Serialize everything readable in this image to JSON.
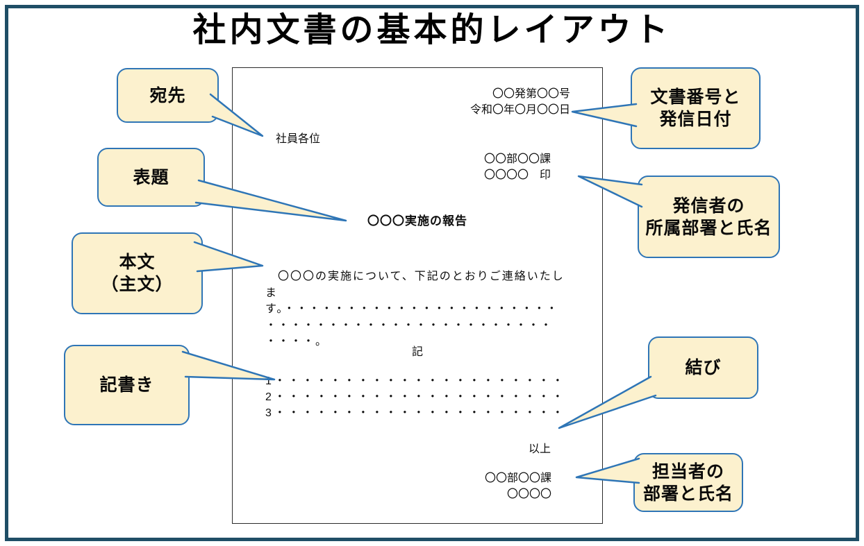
{
  "title": "社内文書の基本的レイアウト",
  "colors": {
    "frame_border": "#1F4E66",
    "callout_border": "#2E75B6",
    "callout_fill": "#FCF1CE",
    "document_border": "#2A2A2A",
    "text": "#000000"
  },
  "document": {
    "doc_number": "〇〇発第〇〇号",
    "date": "令和〇年〇月〇〇日",
    "addressee": "社員各位",
    "sender_dept": "〇〇部〇〇課",
    "sender_name": "〇〇〇〇　印",
    "subject": "〇〇〇実施の報告",
    "body_lines": [
      "　〇〇〇の実施について、下記のとおりご連絡いたしま",
      "す。・・・・・・・・・・・・・・・・・・・・・・",
      "・・・・・・・・・・・・・・・・・・・・・・・",
      "・・・・。"
    ],
    "ki_marker": "記",
    "list_items": [
      "1・・・・・・・・・・・・・・・・・・・・・",
      "2・・・・・・・・・・・・・・・・・・・・・",
      "3・・・・・・・・・・・・・・・・・・・・・"
    ],
    "closing": "以上",
    "contact_dept": "〇〇部〇〇課",
    "contact_name": "〇〇〇〇"
  },
  "callouts": [
    {
      "id": "atesaki",
      "label": "宛先"
    },
    {
      "id": "hyodai",
      "label": "表題"
    },
    {
      "id": "honbun",
      "label": "本文\n（主文）"
    },
    {
      "id": "kigaki",
      "label": "記書き"
    },
    {
      "id": "bunsho",
      "label": "文書番号と\n発信日付"
    },
    {
      "id": "hasshinsha",
      "label": "発信者の\n所属部署と氏名"
    },
    {
      "id": "musubi",
      "label": "結び"
    },
    {
      "id": "tantosha",
      "label": "担当者の\n部署と氏名"
    }
  ]
}
